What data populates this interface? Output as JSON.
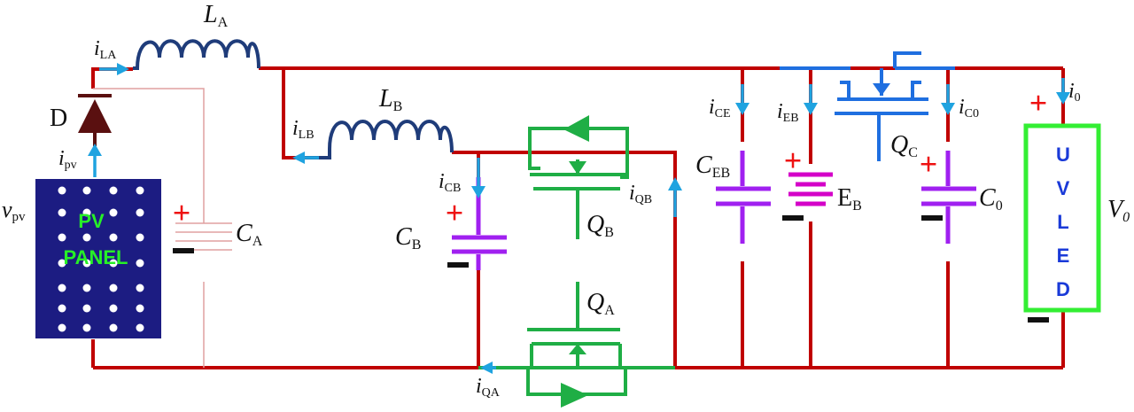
{
  "colors": {
    "wire": "#c00000",
    "inductor": "#1f3c7a",
    "arrow": "#1fa3e0",
    "mosfet": "#1fae45",
    "capacitor": "#a020f0",
    "battery": "#d400c8",
    "qc": "#1f6fe0",
    "panel": "#1c1c82",
    "panel_text": "#27f027",
    "led_border": "#33ee33",
    "led_text": "#1a3ad8",
    "diode": "#5a1010",
    "plus": "#ee1111",
    "minus": "#111111",
    "ca_wire": "#e0a0a0"
  },
  "labels": {
    "la": {
      "main": "L",
      "sub": "A"
    },
    "lb": {
      "main": "L",
      "sub": "B"
    },
    "ila": {
      "main": "i",
      "sub": "LA"
    },
    "ilb": {
      "main": "i",
      "sub": "LB"
    },
    "diode": "D",
    "ipv": {
      "main": "i",
      "sub": "pv"
    },
    "vpv": {
      "main": "v",
      "sub": "pv"
    },
    "panel": [
      "PV",
      "PANEL"
    ],
    "ca": {
      "main": "C",
      "sub": "A"
    },
    "icb": {
      "main": "i",
      "sub": "CB"
    },
    "cb": {
      "main": "C",
      "sub": "B"
    },
    "qb": {
      "main": "Q",
      "sub": "B"
    },
    "iqb": {
      "main": "i",
      "sub": "QB"
    },
    "qa": {
      "main": "Q",
      "sub": "A"
    },
    "iqa": {
      "main": "i",
      "sub": "QA"
    },
    "ice": {
      "main": "i",
      "sub": "CE"
    },
    "ceb": {
      "main": "C",
      "sub": "EB"
    },
    "ieb": {
      "main": "i",
      "sub": "EB"
    },
    "eb": {
      "main": "E",
      "sub": "B"
    },
    "qc": {
      "main": "Q",
      "sub": "C"
    },
    "ic0": {
      "main": "i",
      "sub": "C0"
    },
    "c0": {
      "main": "C",
      "sub": "0"
    },
    "i0": {
      "main": "i",
      "sub": "0"
    },
    "v0": {
      "main": "V",
      "sub": "0"
    },
    "uvled": [
      "U",
      "V",
      "L",
      "E",
      "D"
    ],
    "plus": "+",
    "minus": "−"
  }
}
